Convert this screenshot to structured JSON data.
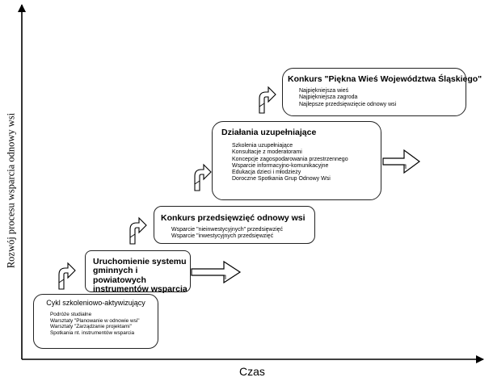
{
  "axes": {
    "x_label": "Czas",
    "y_label": "Rozwój procesu wsparcia odnowy wsi"
  },
  "stages": [
    {
      "title": "Cykl szkoleniowo-aktywizujący",
      "items": [
        "Podróże studialne",
        "Warsztaty \"Planowanie w odnowie wsi\"",
        "Warsztaty \"Zarządzanie projektami\"",
        "Spotkania nt. instrumentów wsparcia"
      ]
    },
    {
      "title": "Uruchomienie systemu gminnych i powiatowych instrumentów wsparcia",
      "items": []
    },
    {
      "title": "Konkurs przedsięwzięć odnowy wsi",
      "items": [
        "Wsparcie \"nieinwestycyjnych\" przedsięwzięć",
        "Wsparcie \"inwestycyjnych przedsięwzięć"
      ]
    },
    {
      "title": "Działania uzupełniające",
      "items": [
        "Szkolenia uzupełniające",
        "Konsultacje z moderatorami",
        "Koncepcje zagospodarowania przestrzennego",
        "Wsparcie informacyjno-komunikacyjne",
        "Edukacja dzieci i młodzieży",
        "Doroczne Spotkania Grup Odnowy Wsi"
      ]
    },
    {
      "title": "Konkurs \"Piękna Wieś Województwa Śląskiego\"",
      "items": [
        "Najpiękniejsza wieś",
        "Najpiękniejsza zagroda",
        "Najlepsze przedsięwzięcie odnowy wsi"
      ]
    }
  ]
}
